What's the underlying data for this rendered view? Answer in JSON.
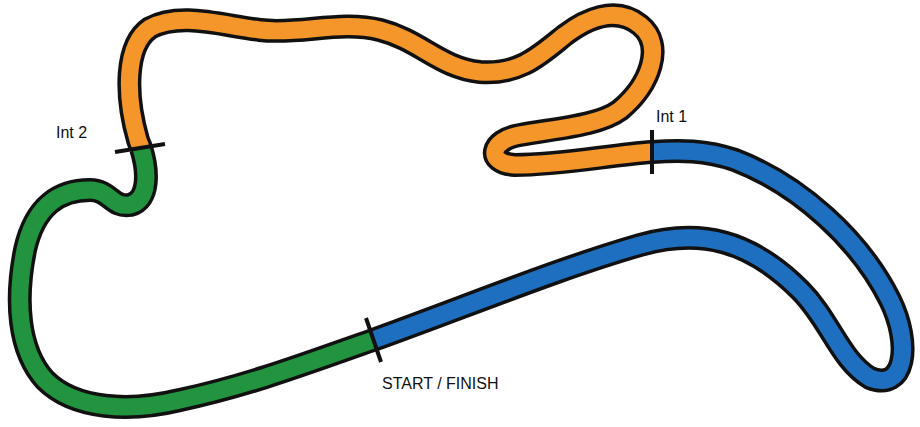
{
  "diagram": {
    "labels": [
      "Int 2",
      "Int 1",
      "START / FINISH"
    ]
  }
}
